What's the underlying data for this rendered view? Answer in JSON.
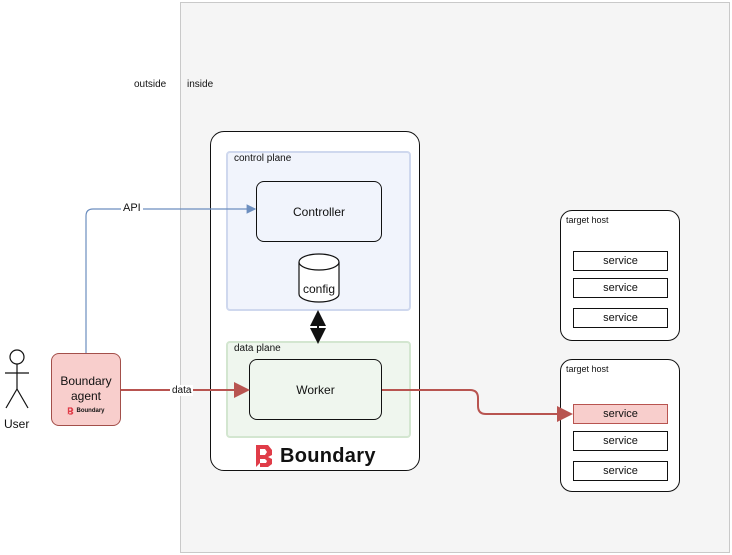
{
  "zones": {
    "outside_label": "outside",
    "inside_label": "inside"
  },
  "control_plane": {
    "label": "control plane",
    "controller_label": "Controller",
    "config_label": "config"
  },
  "data_plane": {
    "label": "data plane",
    "worker_label": "Worker"
  },
  "boundary_brand": {
    "name": "Boundary"
  },
  "agent": {
    "label": "Boundary\nagent",
    "brand": "Boundary"
  },
  "user": {
    "label": "User"
  },
  "edges": {
    "api_label": "API",
    "data_label": "data"
  },
  "target_hosts": [
    {
      "label": "target host",
      "services": [
        "service",
        "service",
        "service"
      ]
    },
    {
      "label": "target host",
      "services": [
        "service",
        "service",
        "service"
      ],
      "active_index": 0
    }
  ],
  "colors": {
    "brand_red": "#e03c48",
    "data_flow": "#b85450",
    "api_flow": "#6c8ebf",
    "agent_fill": "#f8cecc"
  }
}
